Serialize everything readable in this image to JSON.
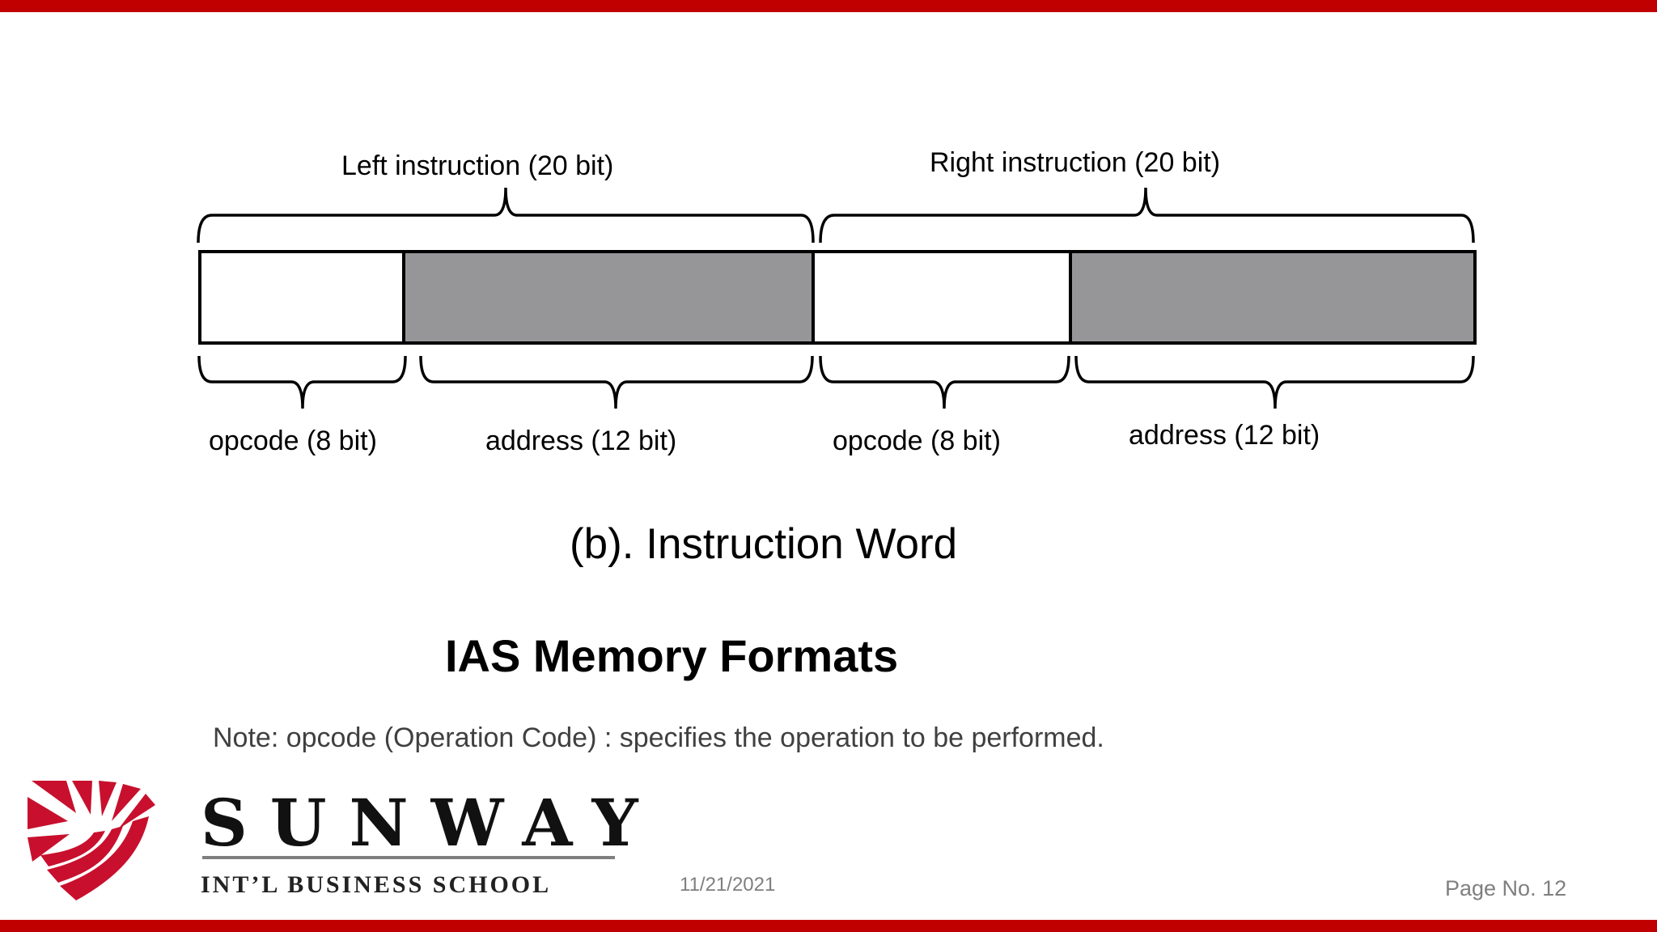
{
  "diagram": {
    "left_label": "Left instruction (20 bit)",
    "right_label": "Right instruction (20 bit)",
    "fields": [
      {
        "label": "opcode (8 bit)",
        "fill": "#ffffff"
      },
      {
        "label": "address (12 bit)",
        "fill": "#969597"
      },
      {
        "label": "opcode (8 bit)",
        "fill": "#ffffff"
      },
      {
        "label": "address (12 bit)",
        "fill": "#969597"
      }
    ],
    "caption": "(b). Instruction Word"
  },
  "slide": {
    "title": "IAS Memory Formats",
    "note": "Note: opcode (Operation Code) : specifies the operation to be performed.",
    "date": "11/21/2021",
    "page_number": "Page No. 12"
  },
  "logo": {
    "wordmark": "SUNWAY",
    "subtitle": "INT’L BUSINESS SCHOOL",
    "icon": "sunway-sun-icon"
  },
  "colors": {
    "accent": "#c00000",
    "field_shaded": "#969597",
    "note_text": "#404040",
    "footer_text": "#7f7f7f"
  }
}
